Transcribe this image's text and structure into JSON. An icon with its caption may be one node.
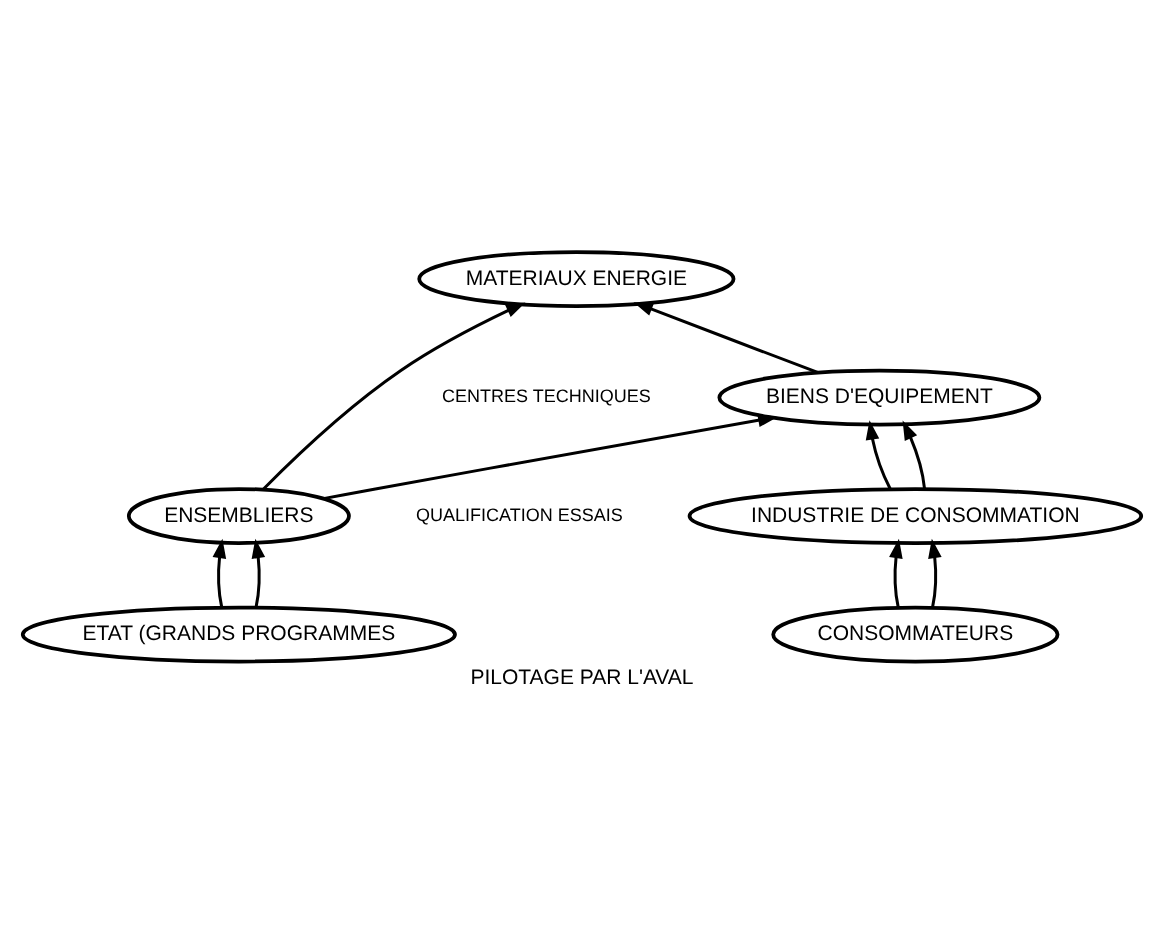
{
  "diagram": {
    "caption": "PILOTAGE PAR L'AVAL",
    "nodes": [
      {
        "text": [
          "MATERIAUX ENERGIE"
        ]
      },
      {
        "text": [
          "BIENS D'EQUIPEMENT"
        ]
      },
      {
        "text": [
          "ENSEMBLIERS"
        ]
      },
      {
        "text": [
          "INDUSTRIE DE CONSOMMATION"
        ]
      },
      {
        "text": [
          "CONSOMMATEURS"
        ]
      },
      {
        "text": [
          "ETAT (GRANDS PROGRAMMES"
        ]
      }
    ],
    "edges": [
      {
        "from": 1,
        "to": 0,
        "arrow": "to"
      },
      {
        "from": 2,
        "to": 0,
        "arrow": "to"
      },
      {
        "from": 2,
        "to": 1,
        "arrow": "to"
      },
      {
        "from": 3,
        "to": 1,
        "arrow": "to"
      },
      {
        "from": 3,
        "to": 1,
        "arrow": "to"
      },
      {
        "from": 4,
        "to": 3,
        "arrow": "to"
      },
      {
        "from": 4,
        "to": 3,
        "arrow": "to"
      },
      {
        "from": 5,
        "to": 2,
        "arrow": "to"
      },
      {
        "from": 5,
        "to": 2,
        "arrow": "to"
      }
    ],
    "labels": [
      "CENTRES TECHNIQUES",
      "QUALIFICATION ESSAIS"
    ]
  }
}
